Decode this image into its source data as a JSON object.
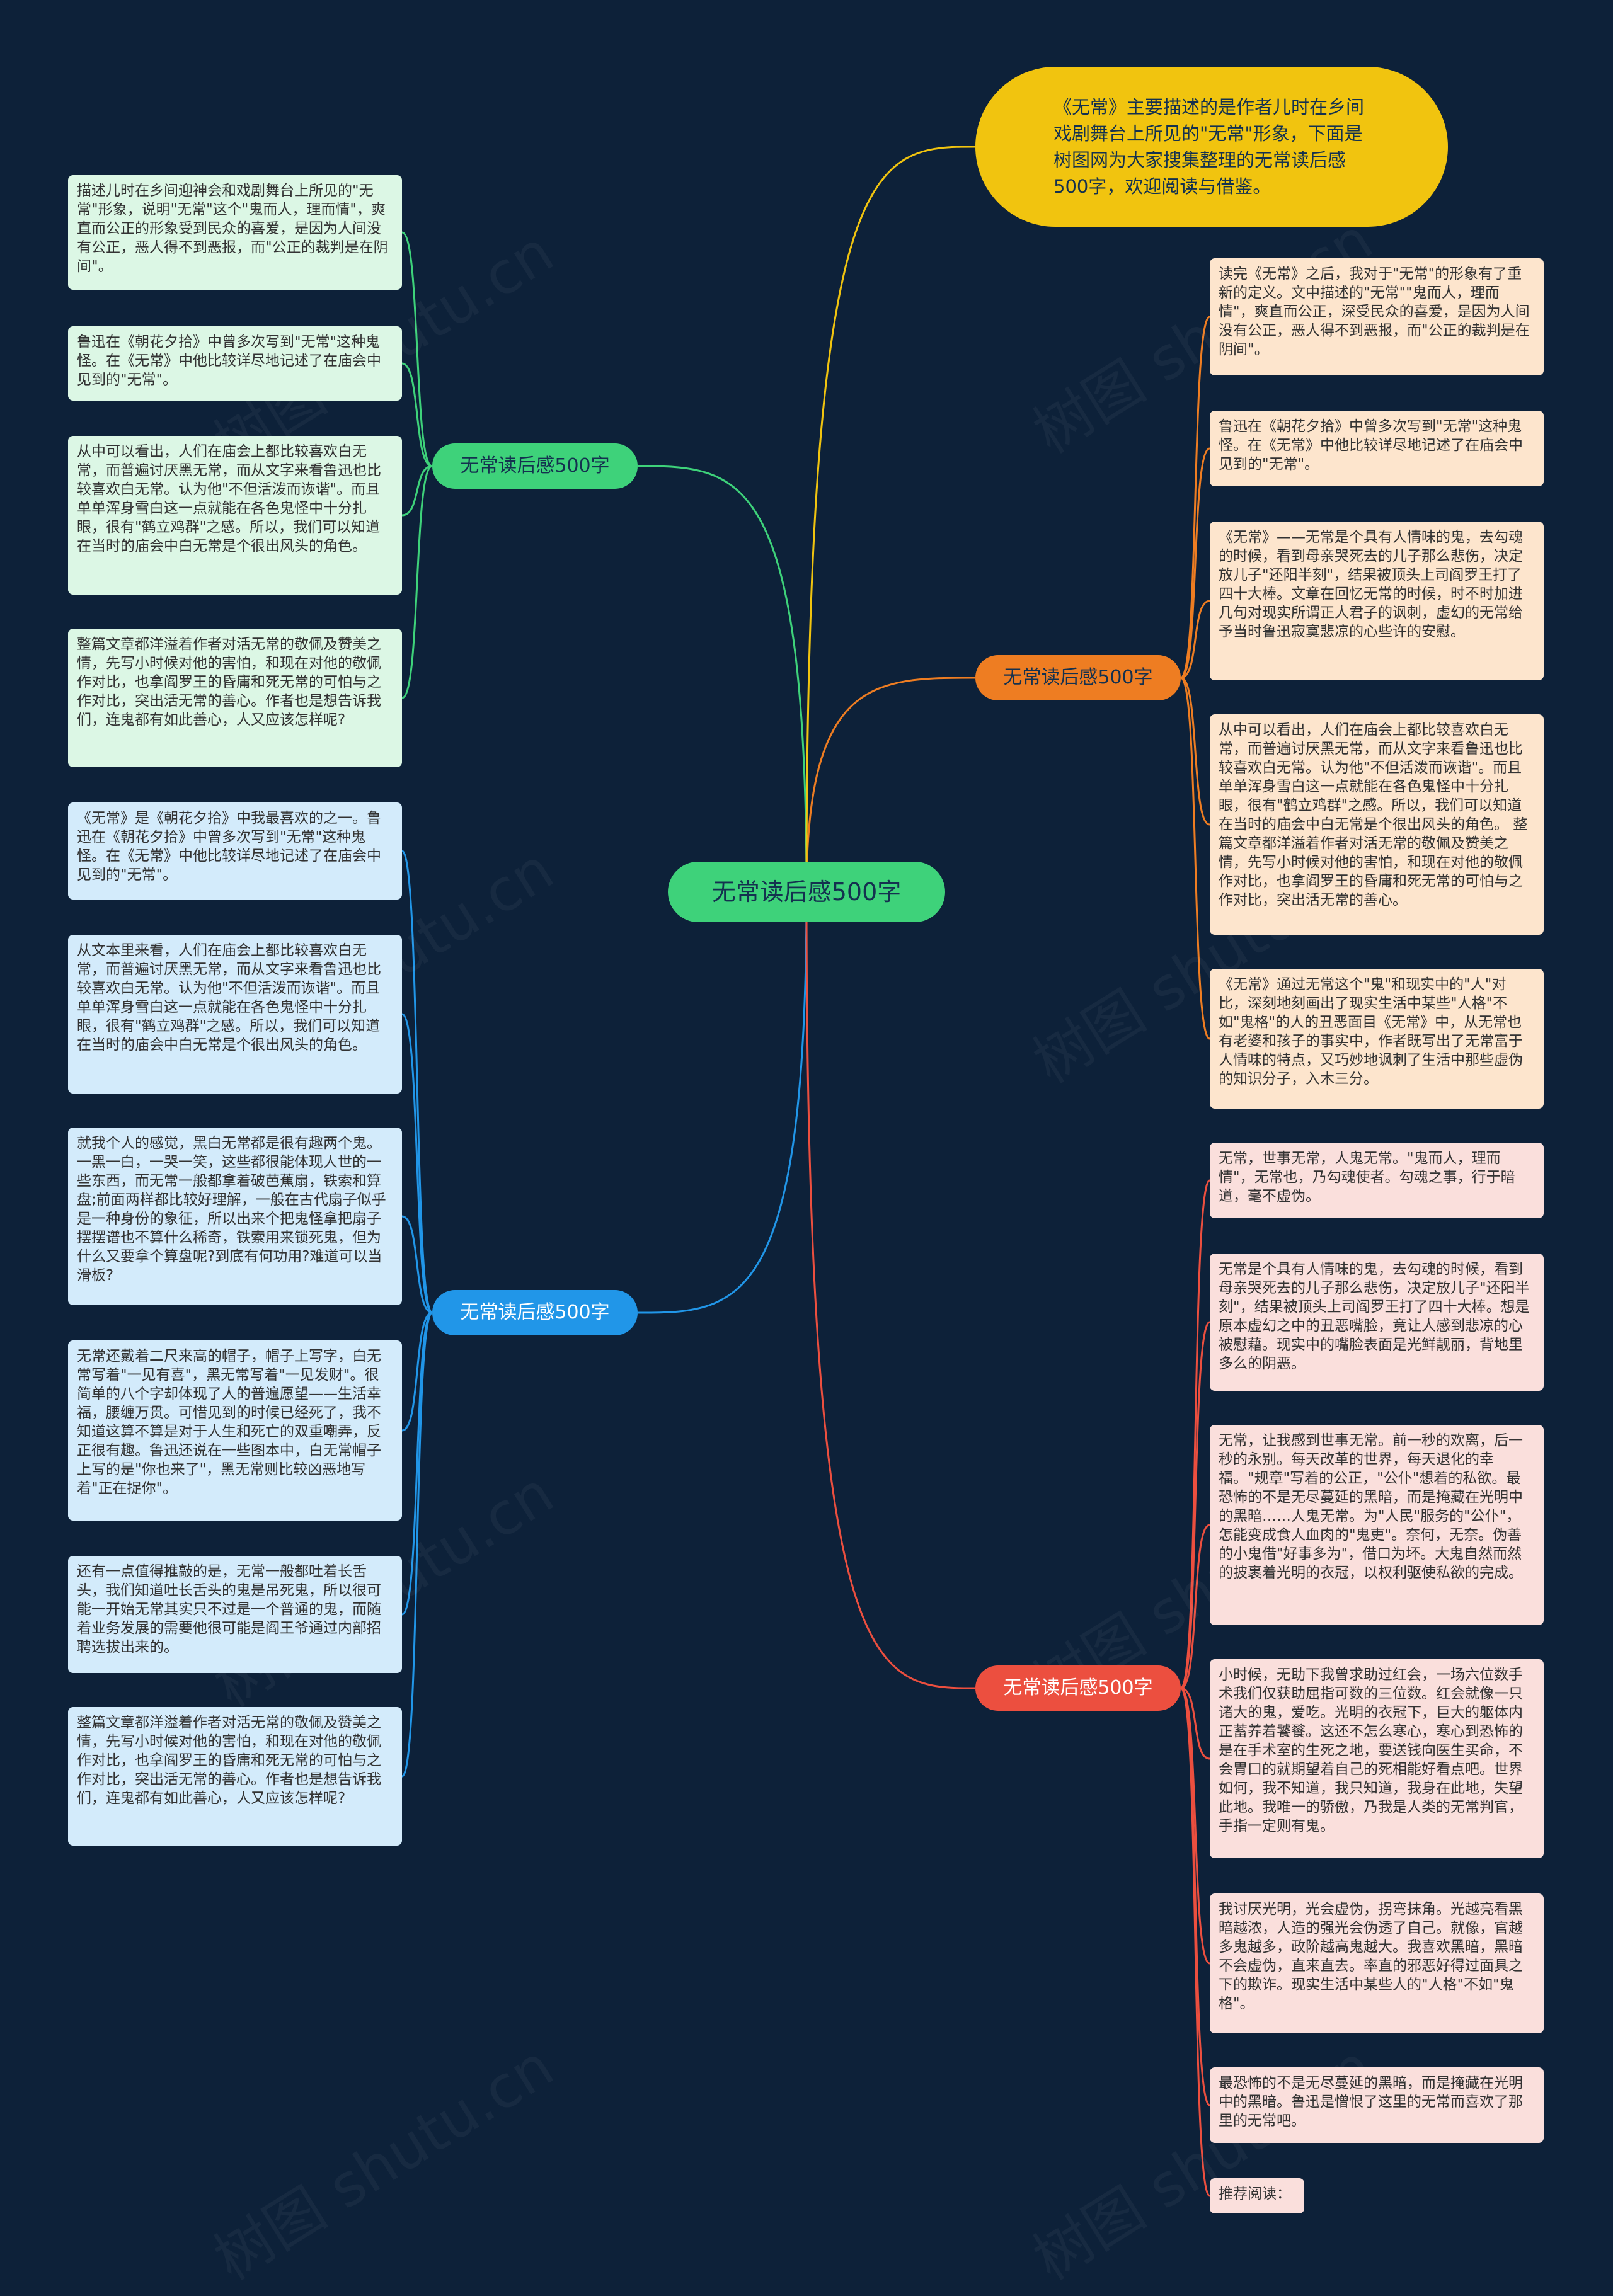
{
  "colors": {
    "background": "#0d2139",
    "green": "#3ed27a",
    "blue": "#2196e8",
    "orange": "#ee7d22",
    "red": "#ec4f3f",
    "yellow": "#f1c40f"
  },
  "root": {
    "label": "无常读后感500字"
  },
  "intro": {
    "text": "《无常》主要描述的是作者儿时在乡间戏剧舞台上所见的\"无常\"形象，下面是树图网为大家搜集整理的无常读后感500字，欢迎阅读与借鉴。"
  },
  "watermark": "树图 shutu.cn",
  "branches": {
    "green": {
      "label": "无常读后感500字",
      "leaves": [
        "描述儿时在乡间迎神会和戏剧舞台上所见的\"无常\"形象，说明\"无常\"这个\"鬼而人，理而情\"，爽直而公正的形象受到民众的喜爱，是因为人间没有公正，恶人得不到恶报，而\"公正的裁判是在阴间\"。",
        "鲁迅在《朝花夕拾》中曾多次写到\"无常\"这种鬼怪。在《无常》中他比较详尽地记述了在庙会中见到的\"无常\"。",
        "从中可以看出，人们在庙会上都比较喜欢白无常，而普遍讨厌黑无常，而从文字来看鲁迅也比较喜欢白无常。认为他\"不但活泼而诙谐\"。而且单单浑身雪白这一点就能在各色鬼怪中十分扎眼，很有\"鹤立鸡群\"之感。所以，我们可以知道在当时的庙会中白无常是个很出风头的角色。",
        "整篇文章都洋溢着作者对活无常的敬佩及赞美之情，先写小时候对他的害怕，和现在对他的敬佩作对比，也拿阎罗王的昏庸和死无常的可怕与之作对比，突出活无常的善心。作者也是想告诉我们，连鬼都有如此善心，人又应该怎样呢?"
      ]
    },
    "blue": {
      "label": "无常读后感500字",
      "leaves": [
        "《无常》是《朝花夕拾》中我最喜欢的之一。鲁迅在《朝花夕拾》中曾多次写到\"无常\"这种鬼怪。在《无常》中他比较详尽地记述了在庙会中见到的\"无常\"。",
        "从文本里来看，人们在庙会上都比较喜欢白无常，而普遍讨厌黑无常，而从文字来看鲁迅也比较喜欢白无常。认为他\"不但活泼而诙谐\"。而且单单浑身雪白这一点就能在各色鬼怪中十分扎眼，很有\"鹤立鸡群\"之感。所以，我们可以知道在当时的庙会中白无常是个很出风头的角色。",
        "就我个人的感觉，黑白无常都是很有趣两个鬼。一黑一白，一哭一笑，这些都很能体现人世的一些东西，而无常一般都拿着破芭蕉扇，铁索和算盘;前面两样都比较好理解，一般在古代扇子似乎是一种身份的象征，所以出来个把鬼怪拿把扇子摆摆谱也不算什么稀奇，铁索用来锁死鬼，但为什么又要拿个算盘呢?到底有何功用?难道可以当滑板?",
        "无常还戴着二尺来高的帽子，帽子上写字，白无常写着\"一见有喜\"，黑无常写着\"一见发财\"。很简单的八个字却体现了人的普遍愿望——生活幸福，腰缠万贯。可惜见到的时候已经死了，我不知道这算不算是对于人生和死亡的双重嘲弄，反正很有趣。鲁迅还说在一些图本中，白无常帽子上写的是\"你也来了\"，黑无常则比较凶恶地写着\"正在捉你\"。",
        "还有一点值得推敲的是，无常一般都吐着长舌头，我们知道吐长舌头的鬼是吊死鬼，所以很可能一开始无常其实只不过是一个普通的鬼，而随着业务发展的需要他很可能是阎王爷通过内部招聘选拔出来的。",
        "整篇文章都洋溢着作者对活无常的敬佩及赞美之情，先写小时候对他的害怕，和现在对他的敬佩作对比，也拿阎罗王的昏庸和死无常的可怕与之作对比，突出活无常的善心。作者也是想告诉我们，连鬼都有如此善心，人又应该怎样呢?"
      ]
    },
    "orange": {
      "label": "无常读后感500字",
      "leaves": [
        "读完《无常》之后，我对于\"无常\"的形象有了重新的定义。文中描述的\"无常\"\"鬼而人，理而情\"，爽直而公正，深受民众的喜爱，是因为人间没有公正，恶人得不到恶报，而\"公正的裁判是在阴间\"。",
        "鲁迅在《朝花夕拾》中曾多次写到\"无常\"这种鬼怪。在《无常》中他比较详尽地记述了在庙会中见到的\"无常\"。",
        "《无常》——无常是个具有人情味的鬼，去勾魂的时候，看到母亲哭死去的儿子那么悲伤，决定放儿子\"还阳半刻\"，结果被顶头上司阎罗王打了四十大棒。文章在回忆无常的时候，时不时加进几句对现实所谓正人君子的讽刺，虚幻的无常给予当时鲁迅寂寞悲凉的心些许的安慰。",
        "从中可以看出，人们在庙会上都比较喜欢白无常，而普遍讨厌黑无常，而从文字来看鲁迅也比较喜欢白无常。认为他\"不但活泼而诙谐\"。而且单单浑身雪白这一点就能在各色鬼怪中十分扎眼，很有\"鹤立鸡群\"之感。所以，我们可以知道在当时的庙会中白无常是个很出风头的角色。  整篇文章都洋溢着作者对活无常的敬佩及赞美之情，先写小时候对他的害怕，和现在对他的敬佩作对比，也拿阎罗王的昏庸和死无常的可怕与之作对比，突出活无常的善心。",
        "《无常》通过无常这个\"鬼\"和现实中的\"人\"对比，深刻地刻画出了现实生活中某些\"人格\"不如\"鬼格\"的人的丑恶面目《无常》中，从无常也有老婆和孩子的事实中，作者既写出了无常富于人情味的特点，又巧妙地讽刺了生活中那些虚伪的知识分子，入木三分。"
      ]
    },
    "red": {
      "label": "无常读后感500字",
      "leaves": [
        "无常，世事无常，人鬼无常。\"鬼而人，理而情\"，无常也，乃勾魂使者。勾魂之事，行于暗道，毫不虚伪。",
        "无常是个具有人情味的鬼，去勾魂的时候，看到母亲哭死去的儿子那么悲伤，决定放儿子\"还阳半刻\"，结果被顶头上司阎罗王打了四十大棒。想是原本虚幻之中的丑恶嘴脸，竟让人感到悲凉的心被慰藉。现实中的嘴脸表面是光鲜靓丽，背地里多么的阴恶。",
        "无常，让我感到世事无常。前一秒的欢离，后一秒的永别。每天改革的世界，每天退化的幸福。\"规章\"写着的公正，\"公仆\"想着的私欲。最恐怖的不是无尽蔓延的黑暗，而是掩藏在光明中的黑暗……人鬼无常。为\"人民\"服务的\"公仆\"，怎能变成食人血肉的\"鬼吏\"。奈何，无奈。伪善的小鬼借\"好事多为\"，借口为坏。大鬼自然而然的披裹着光明的衣冠，以权利驱使私欲的完成。",
        "小时候，无助下我曾求助过红会，一场六位数手术我们仅获助屈指可数的三位数。红会就像一只诸大的鬼，爱吃。光明的衣冠下，巨大的躯体内正蓄养着饕餮。这还不怎么寒心，寒心到恐怖的是在手术室的生死之地，要送钱向医生买命，不会胃口的就期望着自己的死相能好看点吧。世界如何，我不知道，我只知道，我身在此地，失望此地。我唯一的骄傲，乃我是人类的无常判官，手指一定则有鬼。",
        "我讨厌光明，光会虚伪，拐弯抹角。光越亮看黑暗越浓，人造的强光会伪透了自己。就像，官越多鬼越多，政阶越高鬼越大。我喜欢黑暗，黑暗不会虚伪，直来直去。率直的邪恶好得过面具之下的欺诈。现实生活中某些人的\"人格\"不如\"鬼格\"。",
        "最恐怖的不是无尽蔓延的黑暗，而是掩藏在光明中的黑暗。鲁迅是憎恨了这里的无常而喜欢了那里的无常吧。",
        "推荐阅读："
      ]
    }
  }
}
